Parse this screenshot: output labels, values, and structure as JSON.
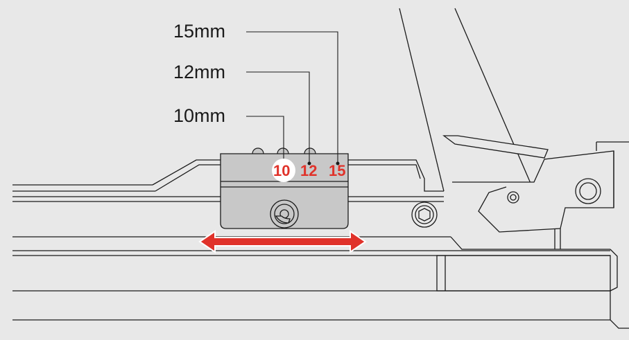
{
  "callouts": [
    {
      "id": "15",
      "label": "15mm"
    },
    {
      "id": "12",
      "label": "12mm"
    },
    {
      "id": "10",
      "label": "10mm"
    }
  ],
  "positions": [
    {
      "id": "10",
      "label": "10",
      "selected": true
    },
    {
      "id": "12",
      "label": "12",
      "selected": false
    },
    {
      "id": "15",
      "label": "15",
      "selected": false
    }
  ],
  "colors": {
    "background": "#e8e8e8",
    "line": "#1a1a1a",
    "plate": "#c8c8c8",
    "accent": "#e0322a",
    "highlight": "#ffffff"
  },
  "icons": {
    "arrow": "double-arrow-horizontal",
    "screw": "hex-socket-screw",
    "slot_screw": "adjustment-screw"
  }
}
